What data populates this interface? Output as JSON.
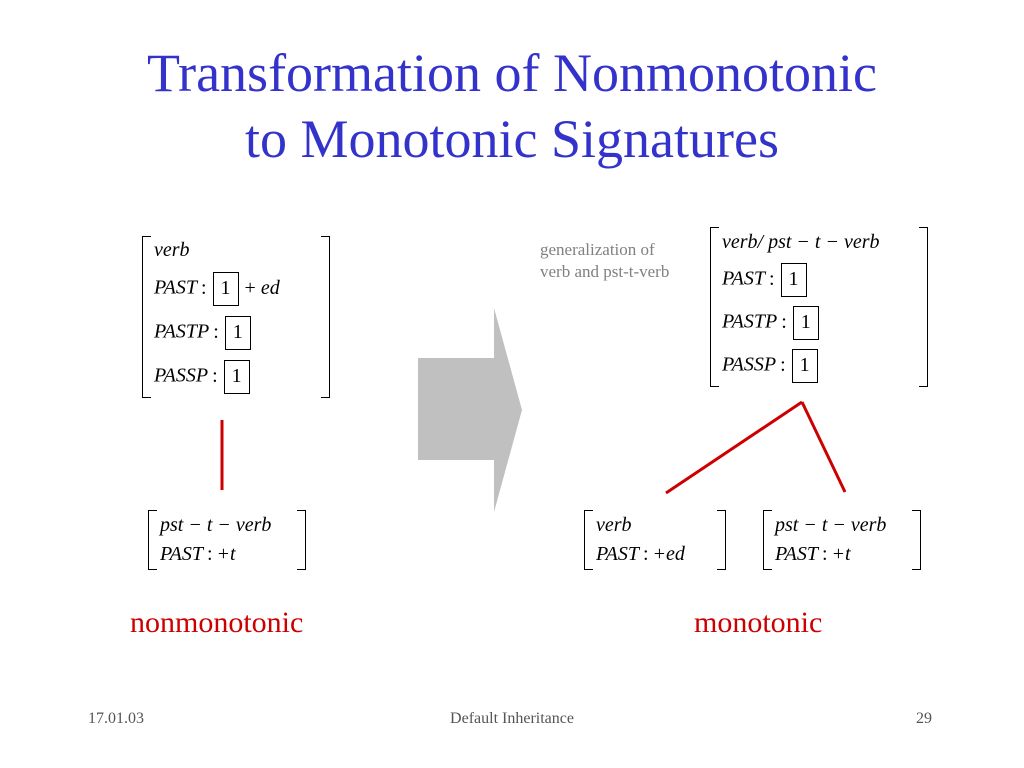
{
  "title": {
    "line1": "Transformation of Nonmonotonic",
    "line2": "to Monotonic Signatures"
  },
  "left": {
    "top_avm": {
      "type": "verb",
      "past_attr": "PAST",
      "past_tag": "1",
      "past_suffix": "ed",
      "pastp_attr": "PASTP",
      "pastp_tag": "1",
      "passp_attr": "PASSP",
      "passp_tag": "1"
    },
    "bottom_avm": {
      "type": "pst − t − verb",
      "past_attr": "PAST",
      "past_value": "+t"
    },
    "label": "nonmonotonic"
  },
  "right": {
    "note_line1": "generalization of",
    "note_line2": "verb and pst-t-verb",
    "top_avm": {
      "type": "verb/ pst − t − verb",
      "past_attr": "PAST",
      "past_tag": "1",
      "pastp_attr": "PASTP",
      "pastp_tag": "1",
      "passp_attr": "PASSP",
      "passp_tag": "1"
    },
    "left_avm": {
      "type": "verb",
      "past_attr": "PAST",
      "past_value": "+ed"
    },
    "right_avm": {
      "type": "pst − t − verb",
      "past_attr": "PAST",
      "past_value": "+t"
    },
    "label": "monotonic"
  },
  "colors": {
    "title": "#3333cc",
    "edge": "#cc0000",
    "arrow": "#c0c0c0"
  },
  "arrow_icon": "block-arrow-right-icon",
  "footer": {
    "date": "17.01.03",
    "center": "Default Inheritance",
    "page": "29"
  }
}
